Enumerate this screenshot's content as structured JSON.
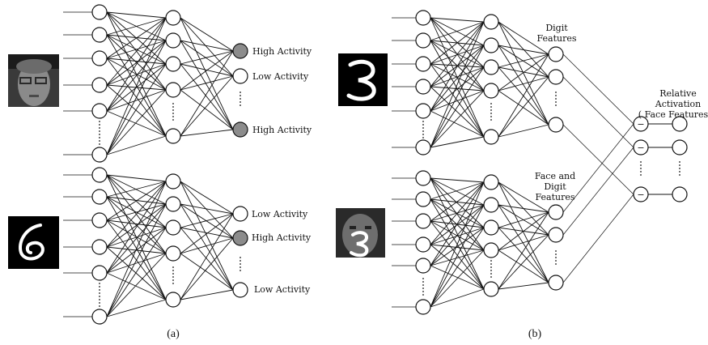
{
  "panel_a": {
    "caption": "(a)",
    "net_top": {
      "outputs": [
        {
          "label": "High Activity",
          "active": true
        },
        {
          "label": "Low Activity",
          "active": false
        },
        {
          "label": "High Activity",
          "active": true
        }
      ],
      "input_image": "face-photo"
    },
    "net_bottom": {
      "outputs": [
        {
          "label": "Low Activity",
          "active": false
        },
        {
          "label": "High Activity",
          "active": true
        },
        {
          "label": "Low Activity",
          "active": false
        }
      ],
      "input_image": "handwritten-digit-6"
    }
  },
  "panel_b": {
    "caption": "(b)",
    "net_top": {
      "label_line1": "Digit",
      "label_line2": "Features",
      "input_image": "handwritten-digit-3"
    },
    "net_bottom": {
      "label_line1": "Face and",
      "label_line2": "Digit",
      "label_line3": "Features",
      "input_image": "face-with-digit-3"
    },
    "relative": {
      "line1": "Relative",
      "line2": "Activation",
      "line3": "( Face Features"
    },
    "subtract_symbol": "−"
  },
  "colors": {
    "stroke": "#111111",
    "active_fill": "#8c8c8c",
    "background": "#ffffff"
  }
}
